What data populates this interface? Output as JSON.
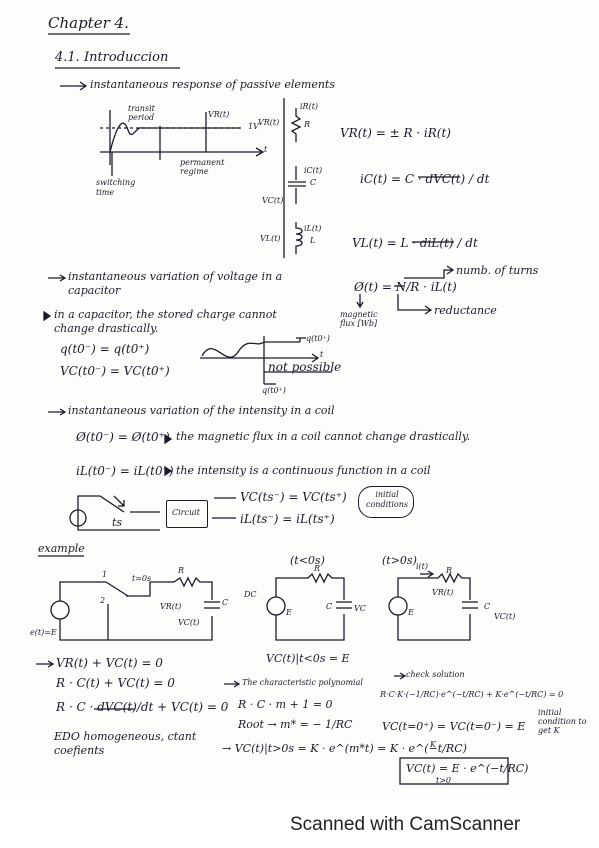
{
  "chapter": {
    "title": "Chapter 4.",
    "section": "4.1. Introduccion",
    "intro_line": "instantaneous response of passive elements"
  },
  "graph": {
    "transit_label": "transit period",
    "vr_label": "VR(t)",
    "one_v": "1V",
    "permanent_label": "permanent regime",
    "switching_label": "switching time",
    "t_label": "t"
  },
  "components": {
    "ir_label": "iR(t)",
    "r_label": "R",
    "vr_side": "VR(t)",
    "vr_eq": "VR(t) = ± R · iR(t)",
    "ic_label": "iC(t)",
    "c_label": "C",
    "vc_side": "VC(t)",
    "ic_eq": "iC(t) = C · dVC(t) / dt",
    "il_label": "iL(t)",
    "l_label": "L",
    "vl_side": "VL(t)",
    "vl_eq": "VL(t) = L · diL(t) / dt"
  },
  "flux": {
    "eq": "Ø(t) = N/R · iL(t)",
    "turns": "numb. of turns",
    "magnetic": "magnetic flux [Wb]",
    "reluctance": "reductance"
  },
  "capacitor": {
    "line1": "instantaneous variation of voltage in a capacitor",
    "line2": "in a capacitor, the stored charge cannot change drastically.",
    "eq1": "q(t0⁻) = q(t0⁺)",
    "eq2": "VC(t0⁻) = VC(t0⁺)",
    "q_plus": "q(t0⁺)",
    "t_axis": "t",
    "not_possible": "not possible",
    "q_label": "q(t0⁺)"
  },
  "coil": {
    "line1": "instantaneous variation of the intensity in a coil",
    "eq1": "Ø(t0⁻) = Ø(t0⁺)",
    "desc1": "the magnetic flux in a coil cannot change drastically.",
    "eq2": "iL(t0⁻) = iL(t0⁺)",
    "desc2": "the intensity is a continuous function in a coil"
  },
  "switch_block": {
    "ts": "ts",
    "circuit": "Circuit",
    "cond1": "VC(ts⁻) = VC(ts⁺)",
    "cond2": "iL(ts⁻) = iL(ts⁺)",
    "initial": "initial conditions"
  },
  "example": {
    "title": "example",
    "t_cond_lt": "(t<0s)",
    "t_cond_gt": "(t>0s)",
    "node1": "1",
    "node2": "2",
    "t0s": "t=0s",
    "r1": "R",
    "vr1": "VR(t)",
    "c1": "C",
    "vc1": "VC(t)",
    "source": "e(t)=E",
    "dc": "DC",
    "e_lt": "E",
    "c_lt": "C",
    "vc_lt": "VC",
    "r_lt": "R",
    "vc_eq_lt": "VC(t)|t<0s = E",
    "i_gt": "i(t)",
    "r_gt": "R",
    "vr_gt": "VR(t)",
    "e_gt": "E",
    "c_gt": "C",
    "vc_gt": "VC(t)"
  },
  "analysis": {
    "kvl": "VR(t) + VC(t) = 0",
    "rc1": "R · C(t) + VC(t) = 0",
    "rc2": "R · C · dVC(t)/dt + VC(t) = 0",
    "edo": "EDO homogeneous, ctant coefients",
    "char_title": "The characteristic polynomial",
    "char_eq": "R · C · m + 1 = 0",
    "root": "Root → m* = − 1/RC",
    "vc_sol": "→ VC(t)|t>0s = K · e^(m*t) = K · e^(−t/RC)",
    "check_title": "check solution",
    "check_eq": "R·C·K·(−1/RC)·e^(−t/RC) + K·e^(−t/RC) = 0",
    "init_eq": "VC(t=0⁺) = VC(t=0⁻) = E",
    "k_label": "K",
    "init_note": "initial condition to get K",
    "final": "VC(t) = E · e^(−t/RC)",
    "final_sub": "t>0"
  },
  "footer": {
    "scanner": "Scanned with CamScanner"
  }
}
